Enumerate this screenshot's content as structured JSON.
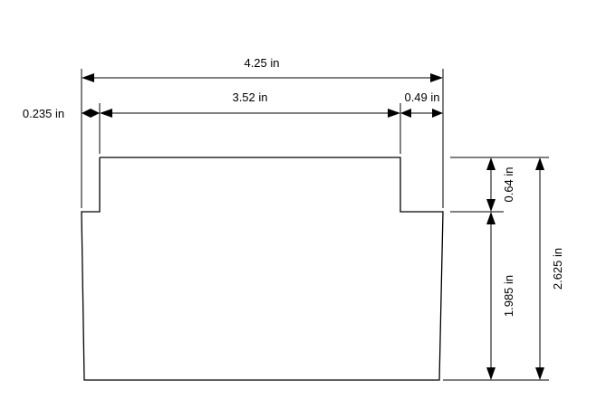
{
  "diagram": {
    "dimensions": {
      "overall_width": "4.25 in",
      "top_width": "3.52 in",
      "left_step": "0.235 in",
      "right_step": "0.49 in",
      "step_height": "0.64 in",
      "body_height": "1.985 in",
      "overall_height": "2.625 in"
    }
  }
}
